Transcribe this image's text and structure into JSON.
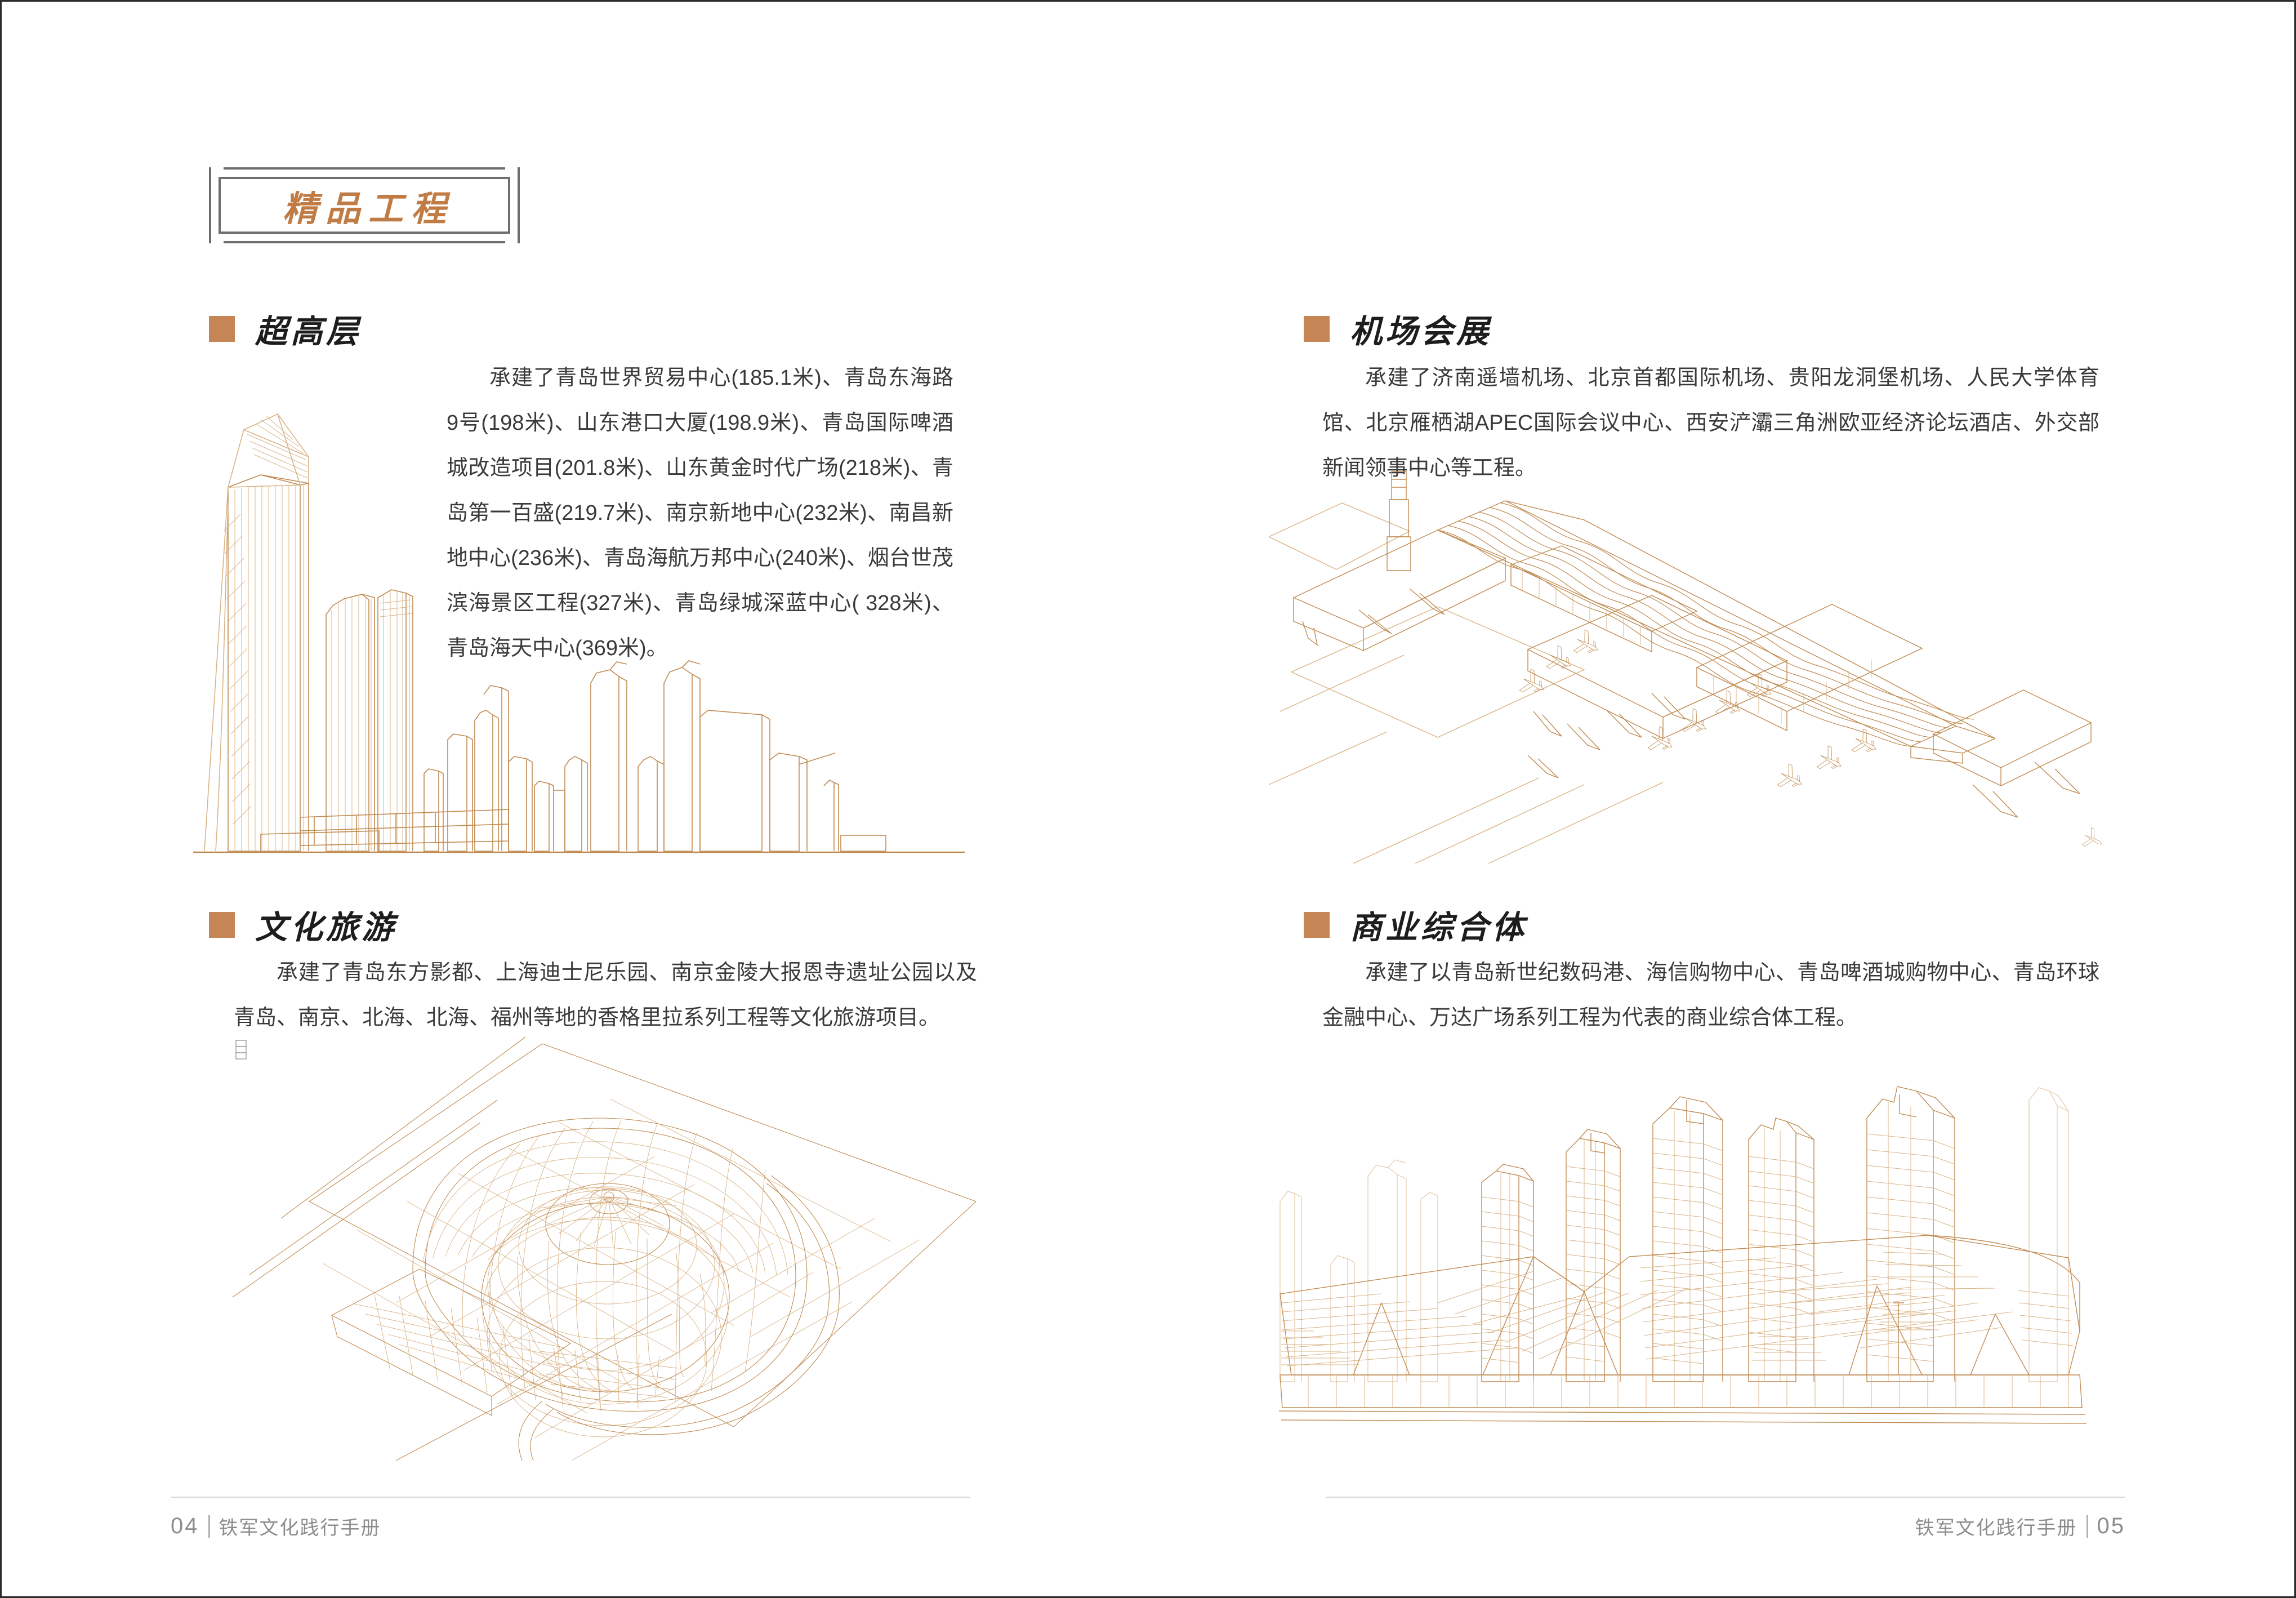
{
  "document": {
    "title": "精品工程"
  },
  "colors": {
    "accent_orange": "#c07c44",
    "bullet_brown": "#c58555",
    "line_art": "#c08b52",
    "line_art_light": "#d9b488",
    "body_text": "#3a3a3a",
    "frame_gray": "#6e6e6e",
    "footer_gray": "#8d8d8d"
  },
  "sections": [
    {
      "id": "super-highrise",
      "title": "超高层",
      "body": "承建了青岛世界贸易中心(185.1米)、青岛东海路9号(198米)、山东港口大厦(198.9米)、青岛国际啤酒城改造项目(201.8米)、山东黄金时代广场(218米)、青岛第一百盛(219.7米)、南京新地中心(232米)、南昌新地中心(236米)、青岛海航万邦中心(240米)、烟台世茂滨海景区工程(327米)、青岛绿城深蓝中心( 328米)、青岛海天中心(369米)。",
      "illustration": "skyscraper-line-art"
    },
    {
      "id": "airport-exhibition",
      "title": "机场会展",
      "body": "承建了济南遥墙机场、北京首都国际机场、贵阳龙洞堡机场、人民大学体育馆、北京雁栖湖APEC国际会议中心、西安浐灞三角洲欧亚经济论坛酒店、外交部新闻领事中心等工程。",
      "illustration": "airport-terminal-line-art"
    },
    {
      "id": "culture-tourism",
      "title": "文化旅游",
      "body": "承建了青岛东方影都、上海迪士尼乐园、南京金陵大报恩寺遗址公园以及青岛、南京、北海、北海、福州等地的香格里拉系列工程等文化旅游项目。",
      "illustration": "cultural-venue-wireframe"
    },
    {
      "id": "commercial-complex",
      "title": "商业综合体",
      "body": "承建了以青岛新世纪数码港、海信购物中心、青岛啤酒城购物中心、青岛环球金融中心、万达广场系列工程为代表的商业综合体工程。",
      "illustration": "commercial-complex-line-art"
    }
  ],
  "footer": {
    "left_page": "04",
    "left_text": "铁军文化践行手册",
    "right_page": "05",
    "right_text": "铁军文化践行手册"
  }
}
